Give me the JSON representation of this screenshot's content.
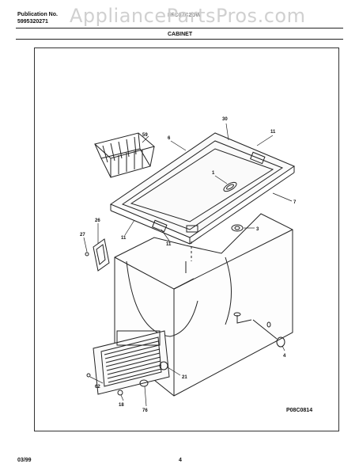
{
  "header": {
    "publication_label": "Publication No.",
    "publication_number": "5995320271",
    "model": "FFC07C2DW",
    "watermark": "AppliancePartsPros.com",
    "section_title": "CABINET"
  },
  "diagram": {
    "code": "P08C0814",
    "callouts": [
      "30",
      "11",
      "6",
      "59",
      "1",
      "7",
      "26",
      "27",
      "11",
      "11",
      "3",
      "4",
      "21",
      "62",
      "18",
      "76"
    ]
  },
  "footer": {
    "date": "03/99",
    "page": "4"
  }
}
